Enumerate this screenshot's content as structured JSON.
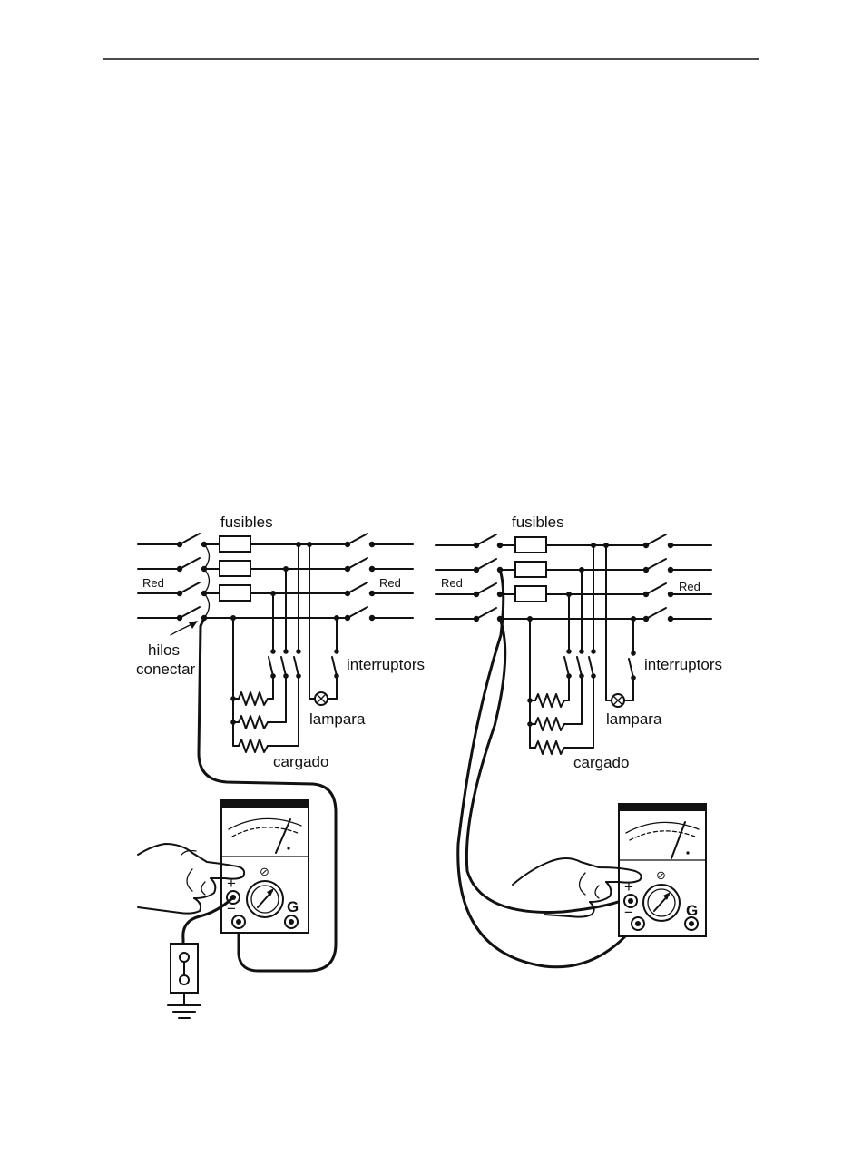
{
  "figure": {
    "left": {
      "fuses_label": "fusibles",
      "red_left_label": "Red",
      "red_right_label": "Red",
      "wires_label_1": "hilos",
      "wires_label_2": "conectar",
      "switches_label": "interruptors",
      "lamp_label": "lampara",
      "load_label": "cargado",
      "meter_plus": "+",
      "meter_minus": "−",
      "meter_g": "G"
    },
    "right": {
      "fuses_label": "fusibles",
      "red_left_label": "Red",
      "red_right_label": "Red",
      "switches_label": "interruptors",
      "lamp_label": "lampara",
      "load_label": "cargado",
      "meter_plus": "+",
      "meter_minus": "−",
      "meter_g": "G"
    }
  }
}
